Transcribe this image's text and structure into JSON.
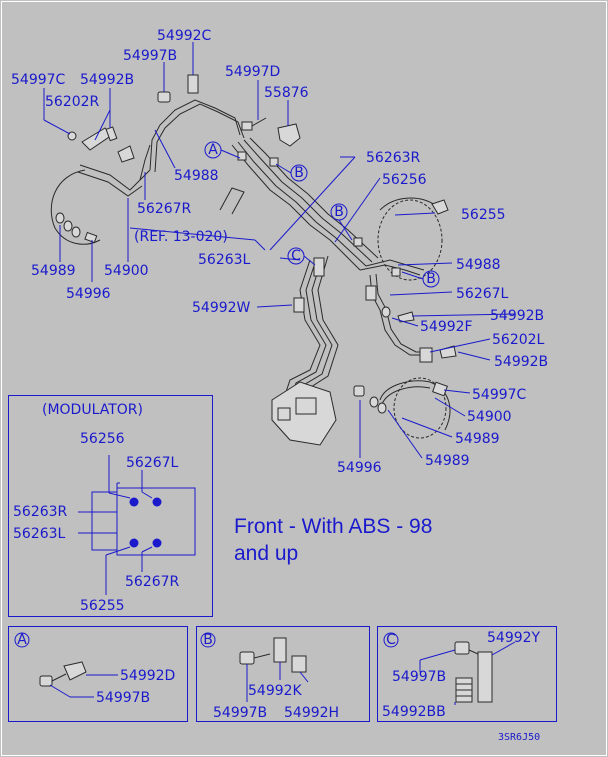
{
  "caption": {
    "line1": "Front - With ABS - 98",
    "line2": "and up"
  },
  "diagram_code": "3SR6J50",
  "main_labels": {
    "p54992C": "54992C",
    "p54997B_top": "54997B",
    "p54997D": "54997D",
    "p55876": "55876",
    "p54997C_left": "54997C",
    "p54992B_top": "54992B",
    "p56202R": "56202R",
    "p54988_top": "54988",
    "p56263R": "56263R",
    "p56256": "56256",
    "p56255": "56255",
    "p56267R": "56267R",
    "ref": "(REF. 13-020)",
    "p56263L": "56263L",
    "p54989_left": "54989",
    "p54900_left": "54900",
    "p54996_left": "54996",
    "p54988_right": "54988",
    "p56267L": "56267L",
    "p54992W": "54992W",
    "p54992B_r1": "54992B",
    "p54992F": "54992F",
    "p56202L": "56202L",
    "p54992B_r2": "54992B",
    "p54997C_right": "54997C",
    "p54900_right": "54900",
    "p54989_r1": "54989",
    "p54996_right": "54996",
    "p54989_r2": "54989"
  },
  "callouts": {
    "A": "A",
    "B": "B",
    "C": "C"
  },
  "modulator": {
    "title": "(MODULATOR)",
    "p56256": "56256",
    "p56267L": "56267L",
    "p56263R": "56263R",
    "p56263L": "56263L",
    "p56267R": "56267R",
    "p56255": "56255"
  },
  "detail_a": {
    "letter": "A",
    "p54992D": "54992D",
    "p54997B": "54997B"
  },
  "detail_b": {
    "letter": "B",
    "p54992K": "54992K",
    "p54997B": "54997B",
    "p54992H": "54992H"
  },
  "detail_c": {
    "letter": "C",
    "p54992Y": "54992Y",
    "p54997B": "54997B",
    "p54992BB": "54992BB"
  },
  "colors": {
    "background": "#c0c0c0",
    "label_blue": "#1a1acc",
    "part_outline": "#2a2a2a"
  }
}
